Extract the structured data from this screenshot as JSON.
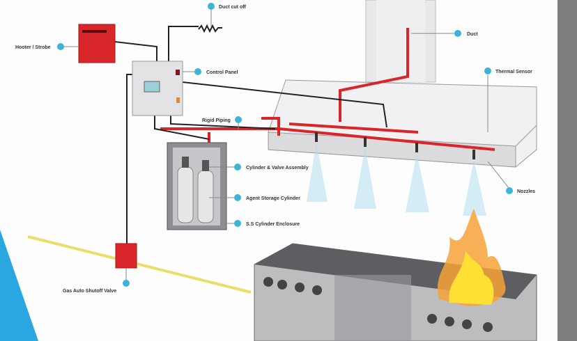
{
  "labels": {
    "duct_cut_off": "Duct cut off",
    "hooter_strobe": "Hooter / Strobe",
    "control_panel": "Control Panel",
    "duct": "Duct",
    "thermal_sensor": "Thermal Sensor",
    "rigid_piping": "Rigid Piping",
    "cylinder_valve": "Cylinder & Valve Assembly",
    "agent_storage": "Agent Storage Cylinder",
    "ss_enclosure": "S.S Cylinder Enclosure",
    "nozzles": "Nozzles",
    "gas_shutoff": "Gas Auto Shutoff Valve"
  },
  "colors": {
    "callout": "#3cb4d8",
    "pipe": "#d9262b",
    "wire": "#222222",
    "accent_blue": "#2aa6e0"
  }
}
